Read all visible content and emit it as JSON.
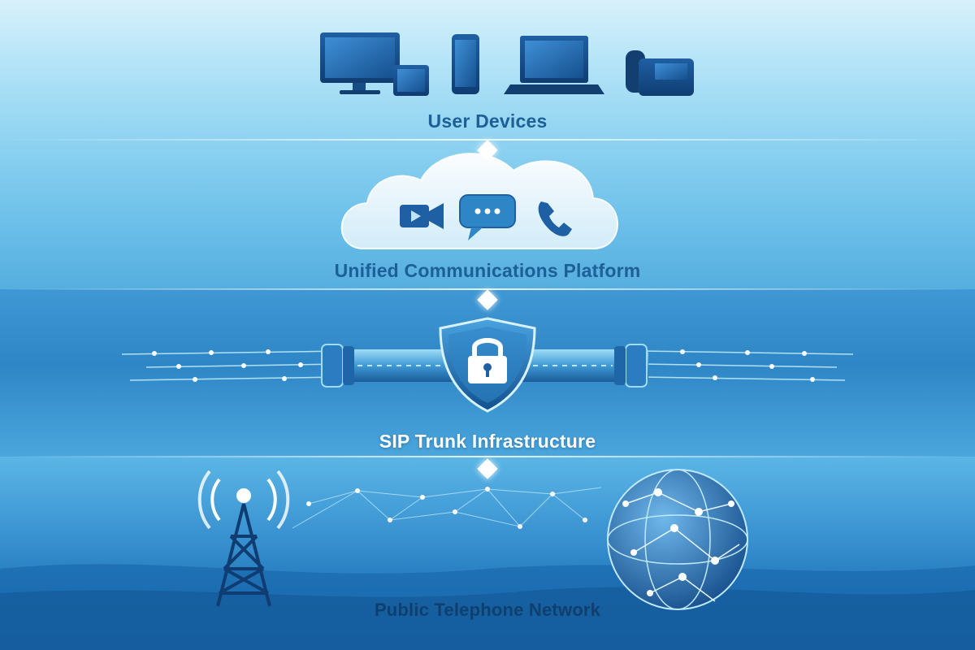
{
  "layers": [
    {
      "label": "User Devices"
    },
    {
      "label": "Unified Communications Platform"
    },
    {
      "label": "SIP Trunk Infrastructure"
    },
    {
      "label": "Public Telephone Network"
    }
  ],
  "icons": {
    "devices": [
      "desktop-monitor-icon",
      "tablet-icon",
      "smartphone-icon",
      "laptop-icon",
      "desk-phone-icon"
    ],
    "platform": [
      "video-camera-icon",
      "chat-bubble-icon",
      "phone-handset-icon"
    ],
    "trunk": [
      "shield-lock-icon"
    ],
    "pstn": [
      "cell-tower-icon",
      "globe-network-icon"
    ]
  },
  "colors": {
    "primary": "#1d5f97",
    "accent": "#2f86c6",
    "light": "#b4e4f7"
  }
}
